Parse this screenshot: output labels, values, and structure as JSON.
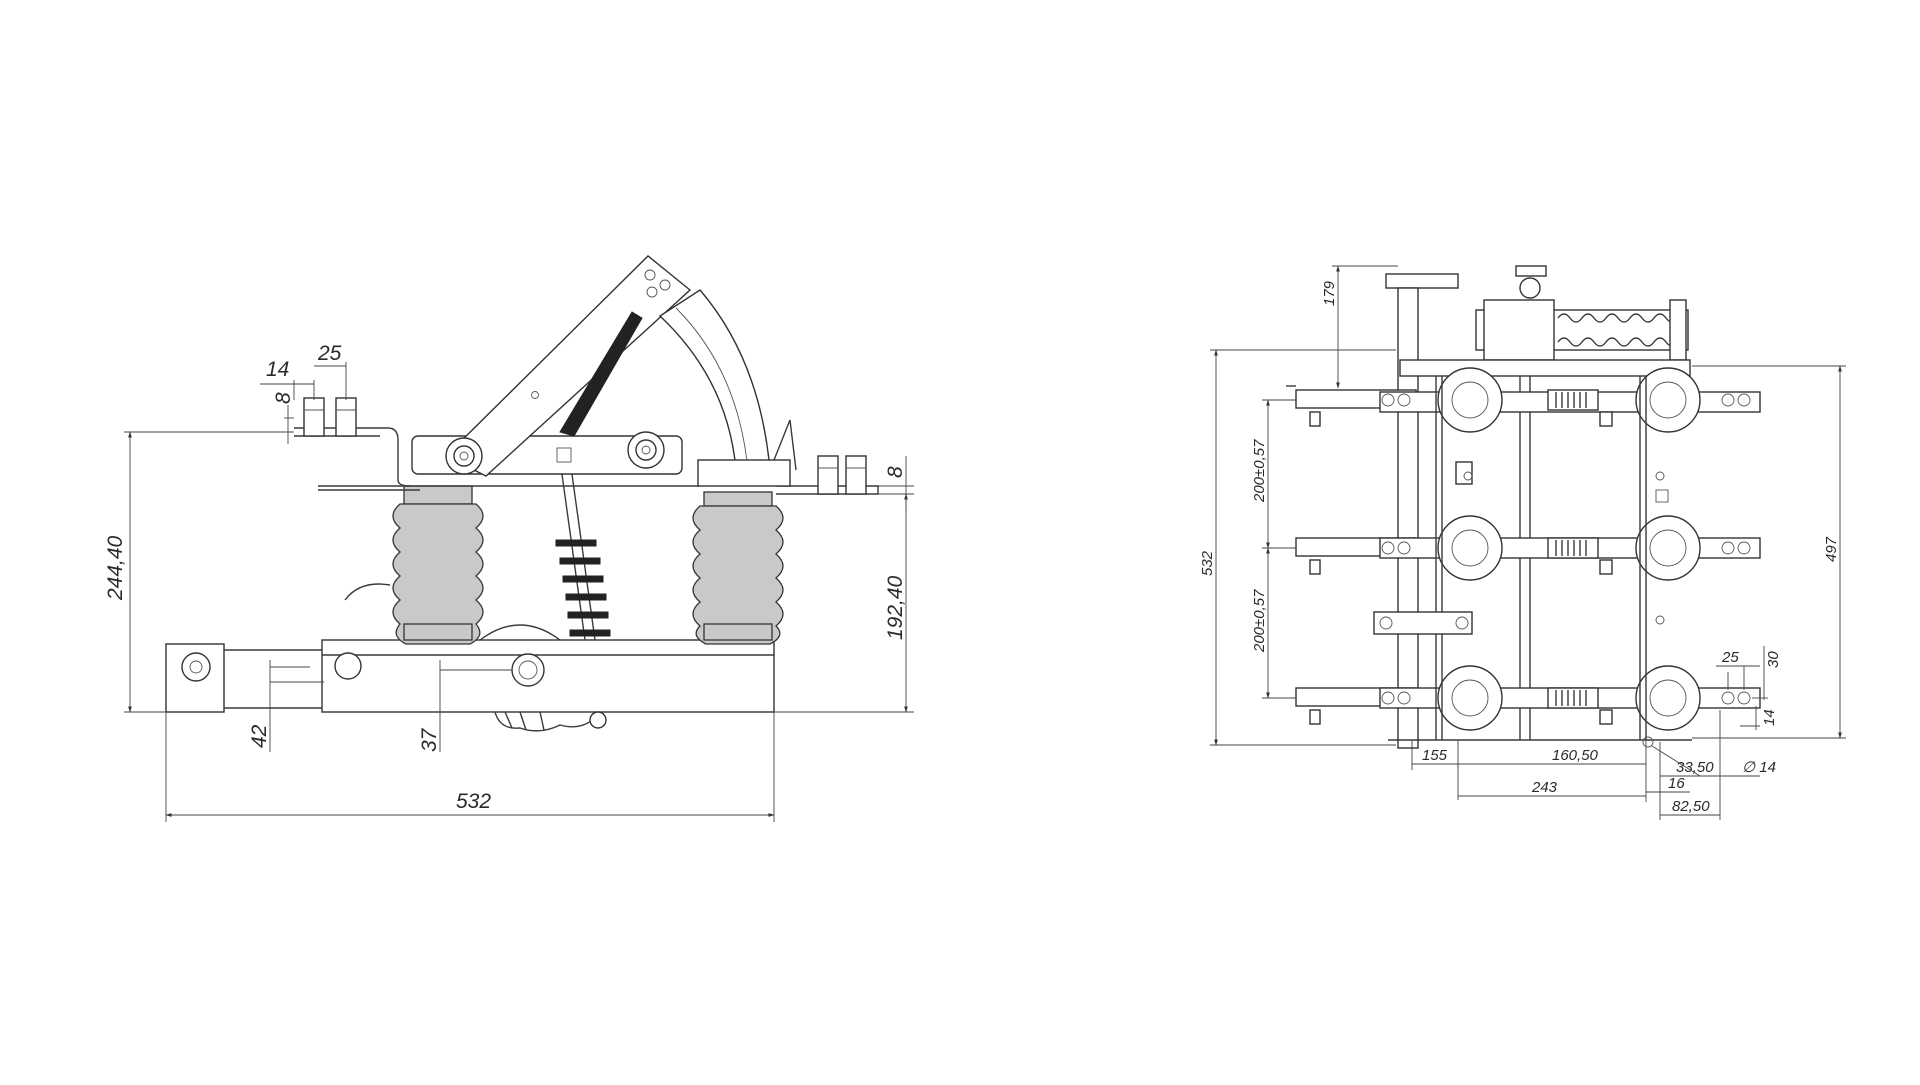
{
  "colors": {
    "line": "#3a3a3a",
    "insulator": "#c9c9c9",
    "background": "#ffffff"
  },
  "side_view": {
    "dims": {
      "d14": "14",
      "d25": "25",
      "d8_left": "8",
      "d8_right": "8",
      "d244": "244,40",
      "d192": "192,40",
      "d42": "42",
      "d37": "37",
      "d532": "532"
    }
  },
  "top_view": {
    "dims": {
      "d179": "179",
      "d532": "532",
      "d200a": "200±0,57",
      "d200b": "200±0,57",
      "d497": "497",
      "d25": "25",
      "d30": "30",
      "d14": "14",
      "d155": "155",
      "d160": "160,50",
      "d33": "33,50",
      "dphi": "∅ 14",
      "d16": "16",
      "d243": "243",
      "d82": "82,50"
    }
  }
}
